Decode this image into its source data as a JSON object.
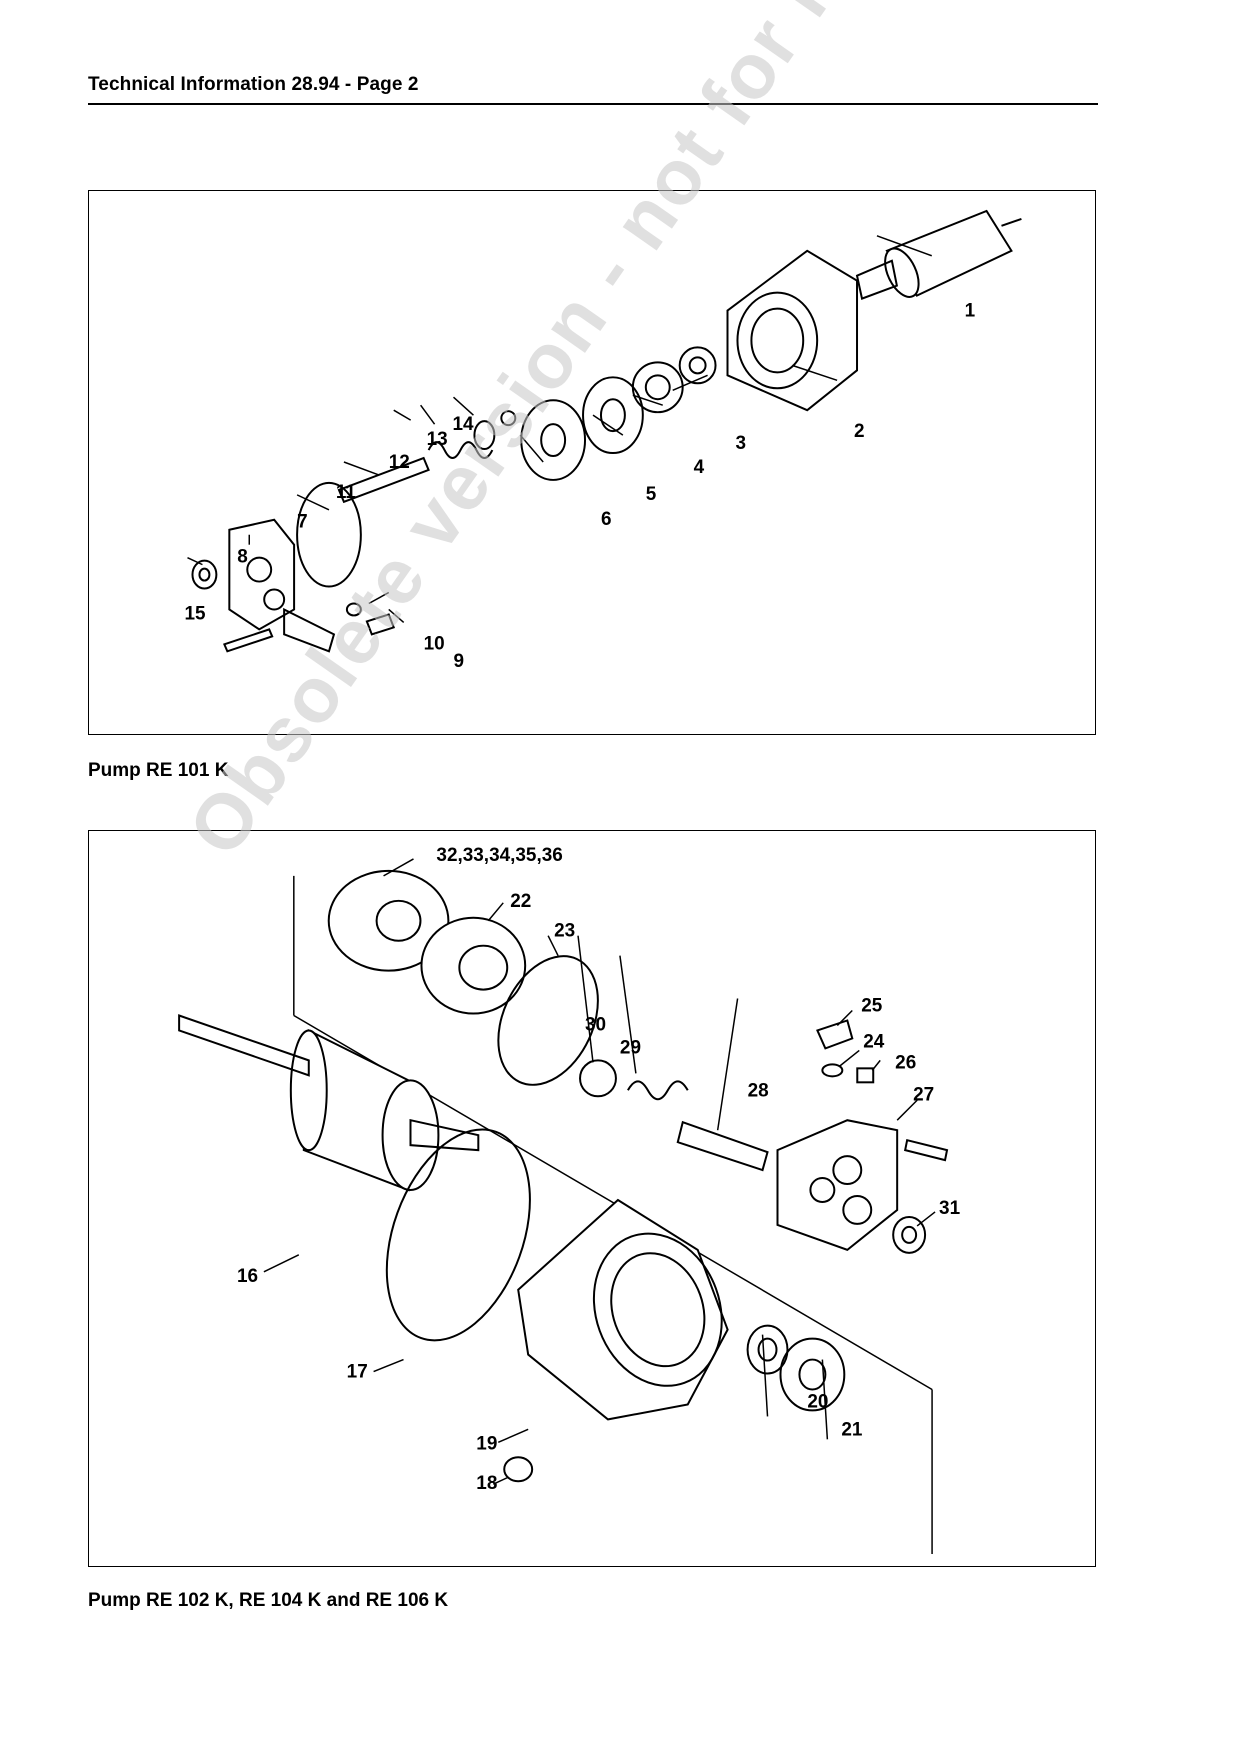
{
  "header": {
    "title": "Technical Information 28.94 - Page 2"
  },
  "watermark": "Obsolete version - not for reprint",
  "figure1": {
    "caption": "Pump RE 101 K",
    "labels": [
      "1",
      "2",
      "3",
      "4",
      "5",
      "6",
      "7",
      "8",
      "9",
      "10",
      "11",
      "12",
      "13",
      "14",
      "15"
    ]
  },
  "figure2": {
    "caption": "Pump RE 102 K, RE 104 K and RE 106 K",
    "labels": [
      "32,33,34,35,36",
      "22",
      "23",
      "30",
      "29",
      "28",
      "25",
      "24",
      "26",
      "27",
      "31",
      "16",
      "17",
      "19",
      "20",
      "21",
      "18"
    ]
  }
}
